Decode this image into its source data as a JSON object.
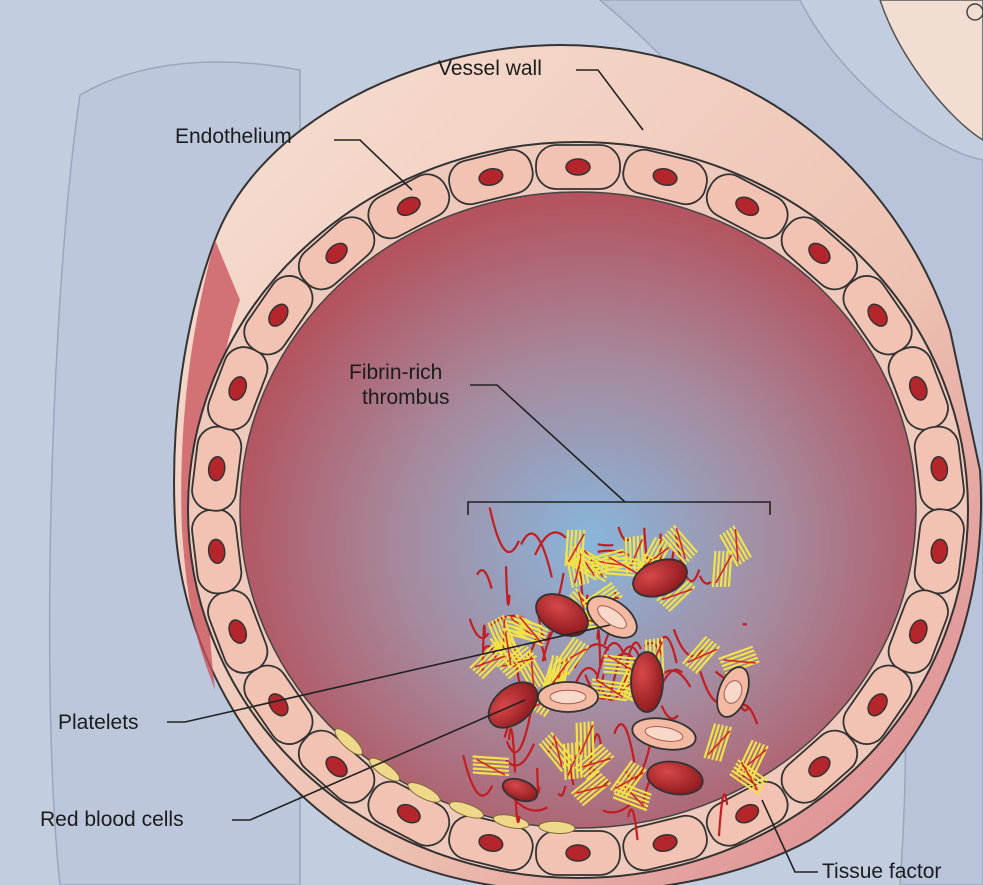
{
  "labels": {
    "vessel_wall": "Vessel wall",
    "endothelium": "Endothelium",
    "thrombus_line1": "Fibrin-rich",
    "thrombus_line2": "thrombus",
    "platelets": "Platelets",
    "red_blood_cells": "Red blood cells",
    "tissue_factor": "Tissue factor"
  },
  "colors": {
    "background": "#c3cde0",
    "vessel_wall": "#f3d6c8",
    "endothelial_cell": "#f2c2b2",
    "nucleus": "#b5262c",
    "lumen_edge": "#b8434c",
    "lumen_center": "#88b6dc",
    "red_blood_cell": "#a82124",
    "platelet": "#f3b9a3",
    "fibrin": "#f2e24a",
    "tissue_factor": "#f0d88a"
  }
}
